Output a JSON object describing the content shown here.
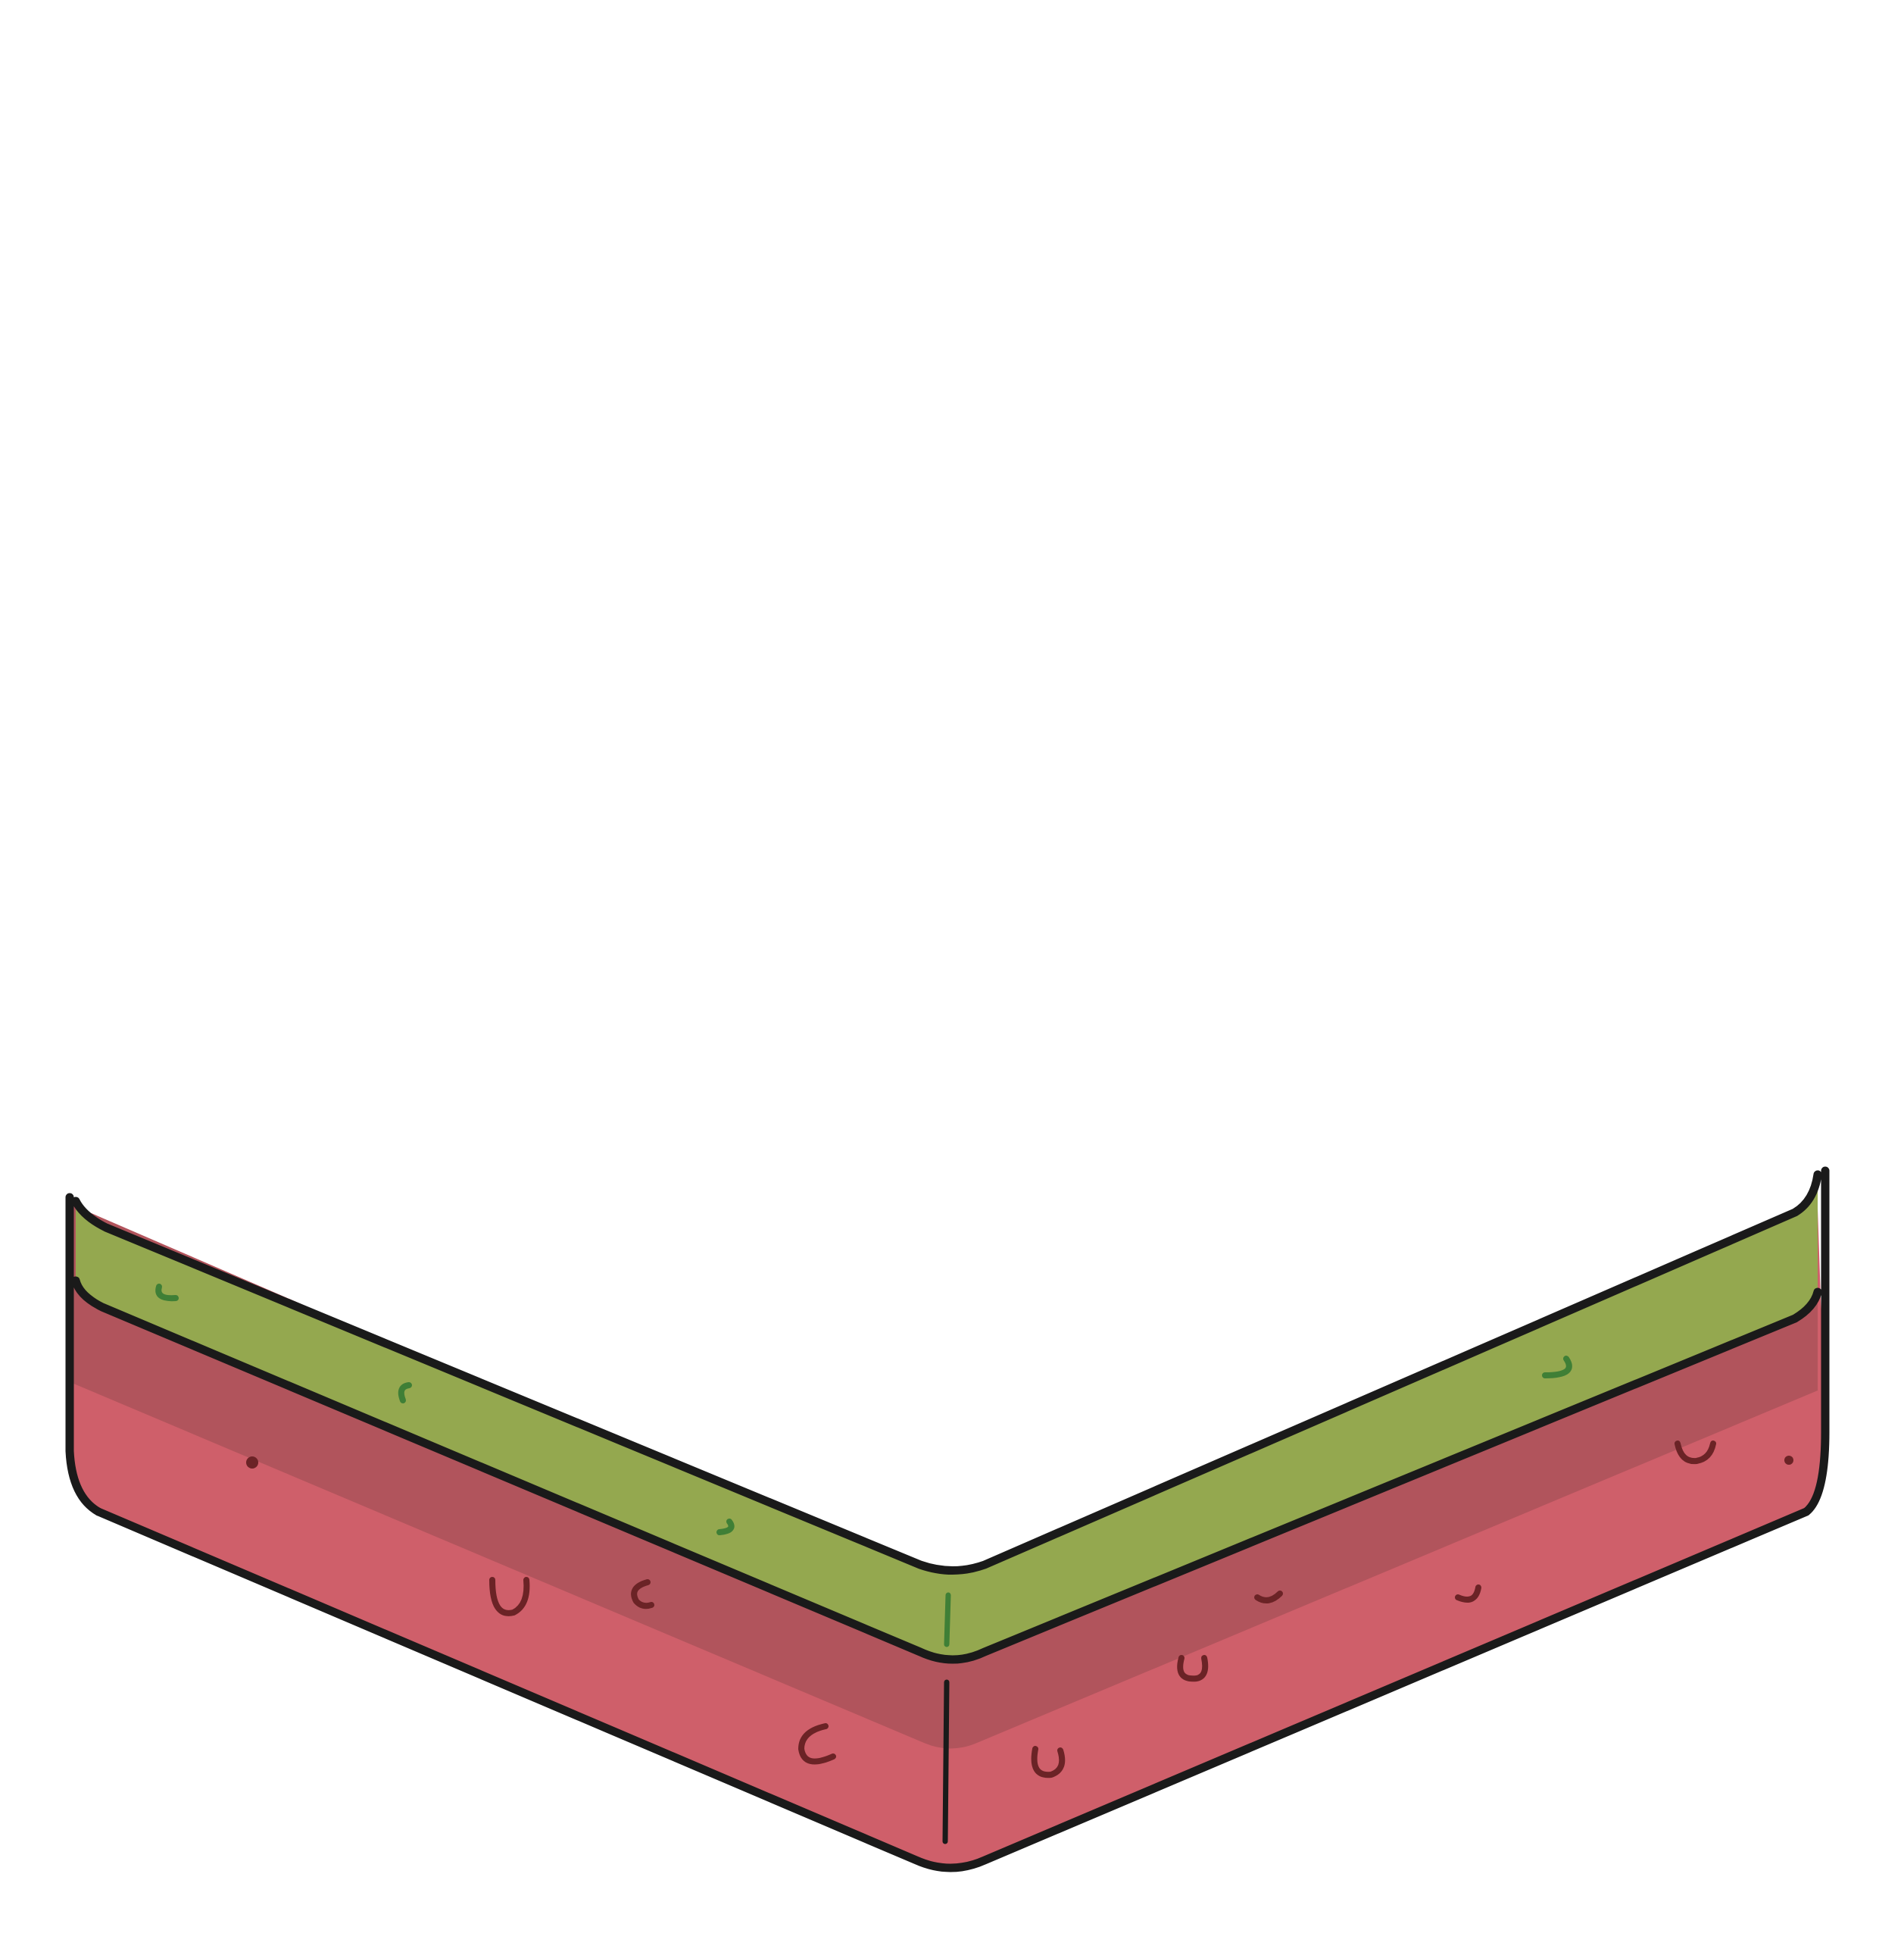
{
  "illustration": {
    "subject": "ground-layers-tile",
    "layers": [
      "grass",
      "soil-dark",
      "soil-light"
    ],
    "colors": {
      "outline": "#1a1a1a",
      "grass": "#94a84f",
      "grass_speck": "#3f7f36",
      "soil_dark": "#b1545c",
      "soil_light": "#cf5f6a",
      "soil_speck": "#6b2326",
      "background": "#ffffff"
    }
  }
}
